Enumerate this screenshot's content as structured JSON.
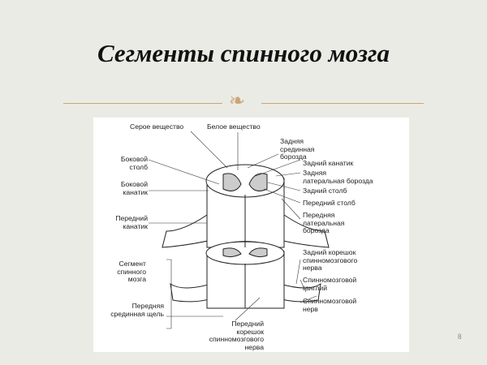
{
  "slide": {
    "title": "Сегменты спинного мозга",
    "page_number": "8",
    "accent_color": "#c9a77a"
  },
  "diagram": {
    "labels": {
      "gray_matter": "Серое вещество",
      "white_matter": "Белое вещество",
      "posterior_median_sulcus": "Задняя\nсрединная\nборозда",
      "posterior_funiculus": "Задний канатик",
      "posterior_lateral_sulcus": "Задняя\nлатеральная борозда",
      "posterior_horn": "Задний столб",
      "anterior_horn": "Передний столб",
      "anterior_lateral_sulcus": "Передняя\nлатеральная\nборозда",
      "lateral_horn": "Боковой\nстолб",
      "lateral_funiculus": "Боковой\nканатик",
      "anterior_funiculus": "Передний\nканатик",
      "segment": "Сегмент\nспинного\nмозга",
      "anterior_median_fissure": "Передняя\nсрединная щель",
      "anterior_root": "Передний\nкорешок\nспинномозгового\nнерва",
      "posterior_root": "Задний корешок\nспинномозгового\nнерва",
      "spinal_ganglion": "Спинномозговой\nганглий",
      "spinal_nerve": "Спинномозговой\nнерв"
    }
  }
}
